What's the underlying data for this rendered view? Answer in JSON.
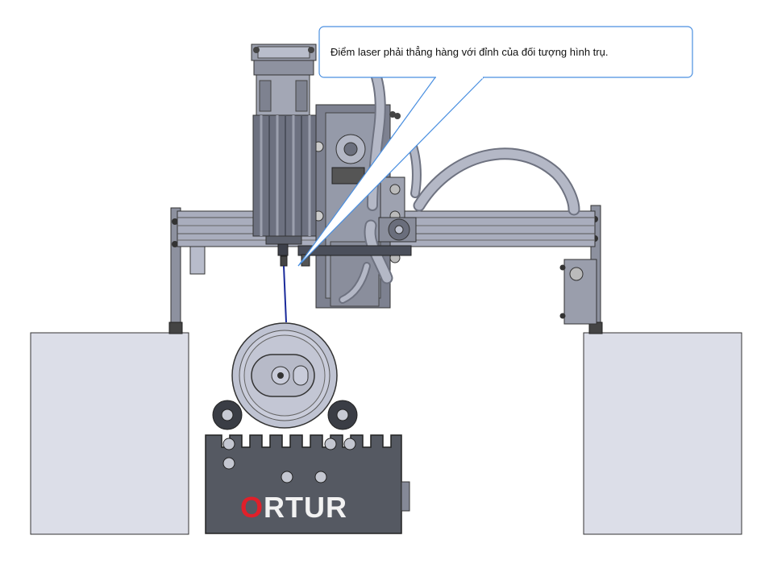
{
  "callout": {
    "text": "Điểm laser phải thẳng hàng với đỉnh của đối tượng hình trụ."
  },
  "logo": {
    "brand": "ORTUR",
    "first_letter": "O",
    "rest": "RTUR",
    "first_letter_color": "#e0202a",
    "text_color": "#f2f2f2"
  },
  "colors": {
    "metal": "#a9adbd",
    "metal_dark": "#5f6370",
    "block": "#dcdee8",
    "base": "#555962",
    "callout_border": "#4a8fe0",
    "laser_beam": "#1a2a9a"
  },
  "icons": [
    "laser-module-icon",
    "gantry-rail-icon",
    "cylinder-object-icon",
    "rotary-base-icon",
    "support-block-icon",
    "cable-icon",
    "screw-icon"
  ]
}
